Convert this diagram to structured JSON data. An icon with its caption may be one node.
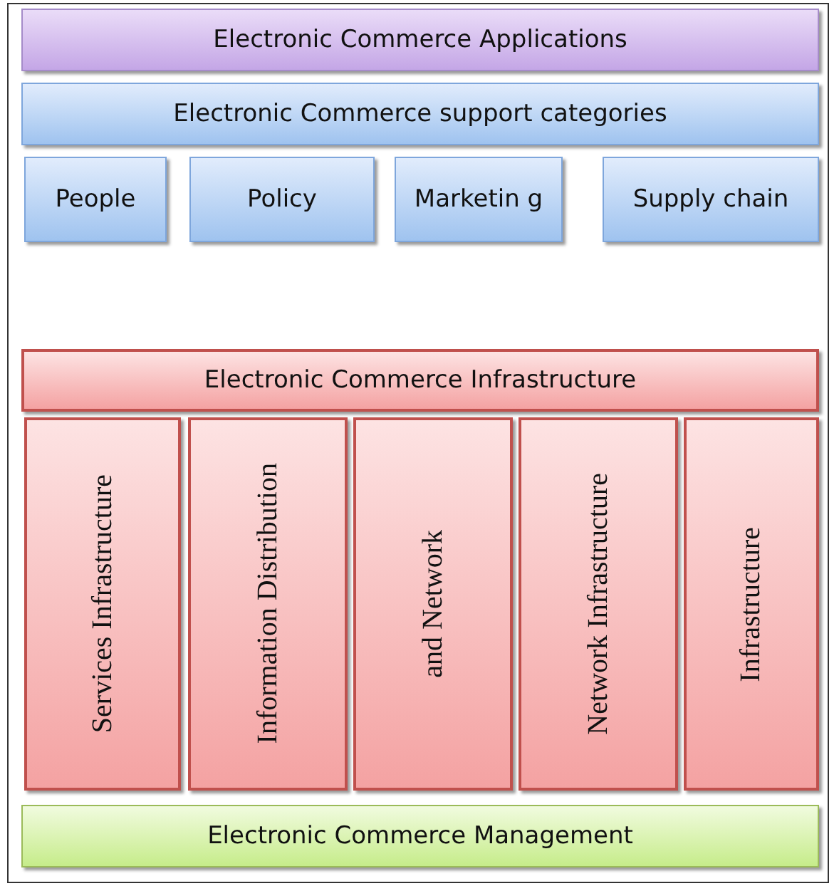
{
  "diagram": {
    "nodes": [
      {
        "text": [
          "Electronic Commerce Applications"
        ]
      },
      {
        "text": [
          "Electronic Commerce support categories"
        ]
      },
      {
        "text": [
          "People"
        ]
      },
      {
        "text": [
          "Policy"
        ]
      },
      {
        "text": [
          "Marketin g"
        ]
      },
      {
        "text": [
          "Supply chain"
        ]
      },
      {
        "text": [
          "Electronic Commerce Infrastructure"
        ]
      },
      {
        "text": [
          "Services Infrastructure"
        ]
      },
      {
        "text": [
          "Information Distribution"
        ]
      },
      {
        "text": [
          "and Network"
        ]
      },
      {
        "text": [
          "Network Infrastructure"
        ]
      },
      {
        "text": [
          "Infrastructure"
        ]
      },
      {
        "text": [
          "Electronic Commerce Management"
        ]
      }
    ]
  }
}
